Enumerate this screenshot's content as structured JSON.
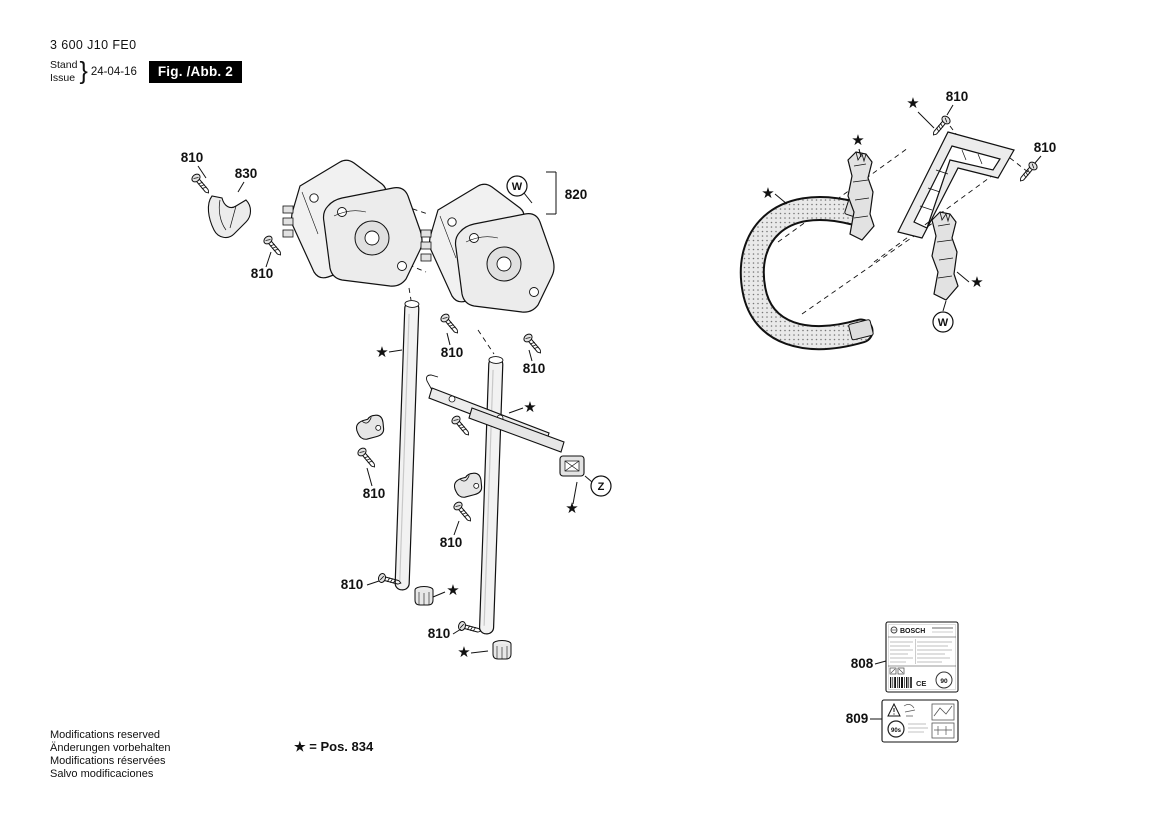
{
  "header": {
    "part_number": "3 600 J10 FE0",
    "stand_label": "Stand",
    "issue_label": "Issue",
    "brace": "}",
    "date": "24-04-16",
    "fig_label": "Fig. /Abb. 2"
  },
  "callouts": {
    "c810": "810",
    "c820": "820",
    "c830": "830",
    "c808": "808",
    "c809": "809"
  },
  "markers": {
    "w": "W",
    "z": "Z",
    "star": "★"
  },
  "legend": {
    "star_note": "★ = Pos. 834"
  },
  "rating_label": {
    "brand": "BOSCH",
    "ce": "CE",
    "noise": "90"
  },
  "warning_label": {
    "time": "90s"
  },
  "footer": {
    "lines": [
      "Modifications reserved",
      "Änderungen vorbehalten",
      "Modifications réservées",
      "Salvo modificaciones"
    ]
  },
  "colors": {
    "line": "#111111",
    "part_fill": "#ececec",
    "badge_bg": "#000000",
    "badge_text": "#ffffff"
  }
}
